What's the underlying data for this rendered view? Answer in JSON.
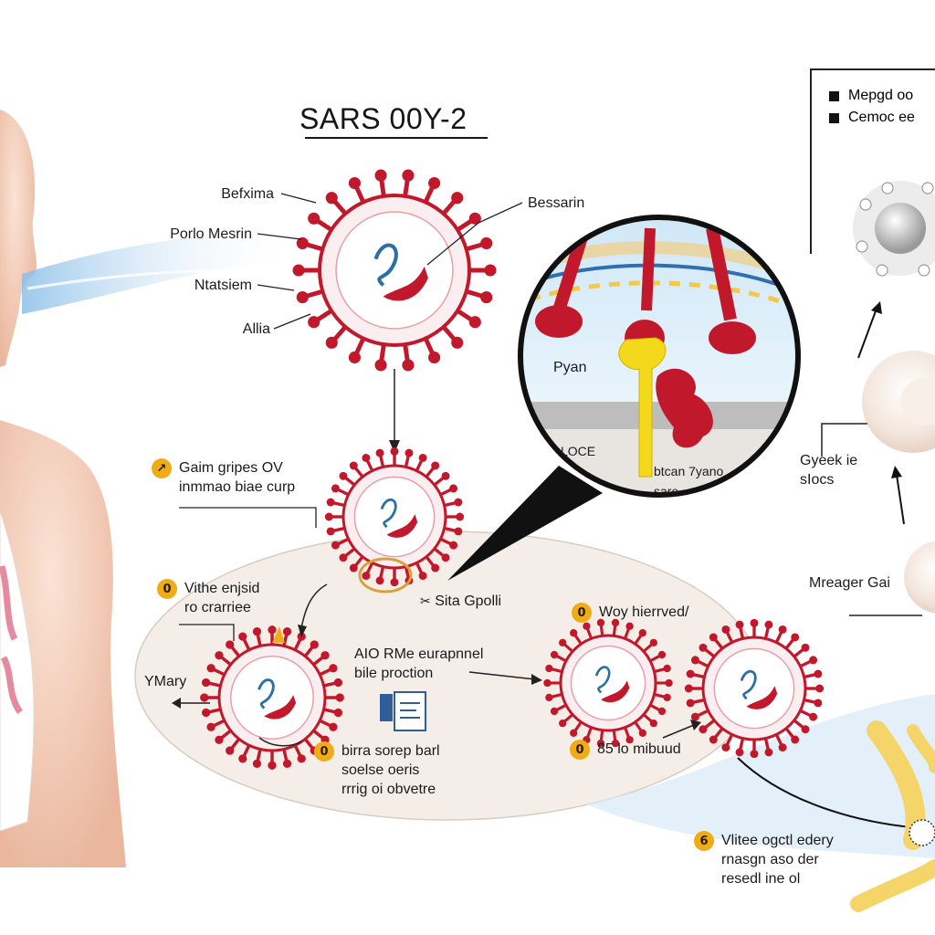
{
  "title": "SARS 00Y-2",
  "virus_labels": {
    "l1": "Befxima",
    "l2": "Porlo Mesrin",
    "l3": "Ntatsiem",
    "l4": "Allia",
    "right": "Bessarin"
  },
  "zoom_labels": {
    "pyan": "Pyan",
    "loce": "LOCE",
    "bottom_line1": "btcan 7yano",
    "bottom_line2": "sare"
  },
  "legend": {
    "item1": "Mepgd oo",
    "item2": "Cemoc ee"
  },
  "steps": {
    "s1": {
      "badge": "↗",
      "line1": "Gaim gripes OV",
      "line2": "inmmao biae curp"
    },
    "s2": {
      "badge": "0",
      "line1": "Vithe enjsid",
      "line2": "ro crarriee"
    },
    "s3": {
      "badge": "0",
      "line1": "Woy hierrved/"
    },
    "s4": {
      "badge": "0",
      "line1": "birra sorep barl",
      "line2": "soelse oeris",
      "line3": "rrrig oi obvetre"
    },
    "s5": {
      "badge": "0",
      "line1": "85 lo mibuud"
    },
    "s6": {
      "badge": "6",
      "line1": "Vlitee ogctl edery",
      "line2": "rnasgn aso der",
      "line3": "resedl ine ol"
    }
  },
  "center_labels": {
    "sita": "Sita Gpolli",
    "aio_line1": "AIO RMe eurapnnel",
    "aio_line2": "bile proction",
    "ymary": "YMary"
  },
  "right_labels": {
    "gyeek_line1": "Gyeek ie",
    "gyeek_line2": "sIocs",
    "mreager": "Mreager Gai"
  },
  "icon_names": [
    "virus-icon",
    "rna-icon",
    "spike-protein-icon",
    "receptor-icon",
    "immune-cell-icon",
    "document-icon"
  ],
  "colors": {
    "virus_red": "#c2182b",
    "badge": "#f0ac14",
    "ellipse": "#f3ebe4",
    "airflow": "#9cc8ea",
    "receptor": "#f4d81c"
  }
}
